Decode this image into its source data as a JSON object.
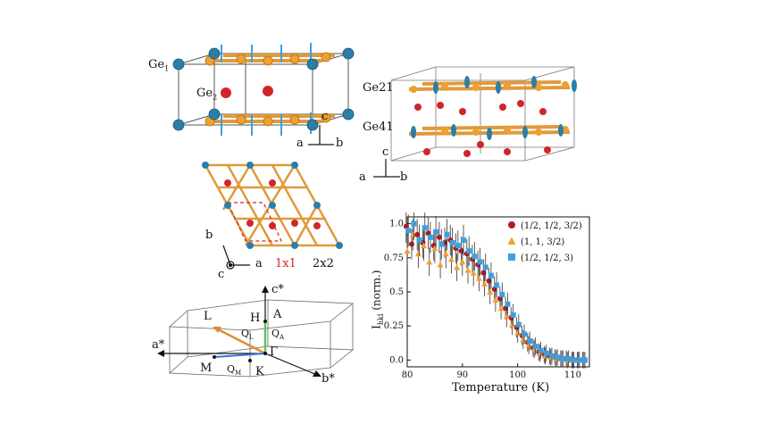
{
  "panel_a": {
    "labels": {
      "ge1": "Ge",
      "ge1_sub": "1",
      "ge2": "Ge",
      "ge2_sub": "2"
    },
    "axes": {
      "c": "c",
      "a": "a",
      "b": "b"
    }
  },
  "panel_b": {
    "labels": {
      "ge21": "Ge21",
      "ge41": "Ge41"
    },
    "axes": {
      "c": "c",
      "a": "a",
      "b": "b"
    }
  },
  "panel_c": {
    "axes": {
      "b": "b",
      "a": "a",
      "c": "c"
    },
    "cells": {
      "c1x1": "1x1",
      "c2x2": "2x2"
    },
    "colors": {
      "c1x1": "#d0262b",
      "c2x2": "#111111"
    }
  },
  "panel_d": {
    "axes": {
      "c_star": "c*",
      "a_star": "a*",
      "b_star": "b*"
    },
    "points": {
      "L": "L",
      "H": "H",
      "A": "A",
      "QL": "Q",
      "QL_sub": "L",
      "QA": "Q",
      "QA_sub": "A",
      "Gamma": "Γ",
      "M": "M",
      "QM": "Q",
      "QM_sub": "M",
      "K": "K"
    }
  },
  "chart_data": {
    "type": "scatter",
    "xlabel": "Temperature (K)",
    "ylabel": "I",
    "ylabel_sub": "hkl",
    "ylabel_rest": " (norm.)",
    "xlim": [
      80,
      113
    ],
    "ylim": [
      -0.05,
      1.05
    ],
    "xticks": [
      "80",
      "90",
      "100",
      "110"
    ],
    "yticks": [
      "0.0",
      "0.25",
      "0.5",
      "0.75",
      "1.0"
    ],
    "legend_position": "top-right",
    "series": [
      {
        "name": "(1/2, 1/2, 3/2)",
        "marker": "circle",
        "color": "#b01c23",
        "x": [
          80,
          81,
          82,
          83,
          84,
          85,
          86,
          87,
          88,
          89,
          90,
          91,
          92,
          93,
          94,
          95,
          96,
          97,
          98,
          99,
          100,
          101,
          102,
          103,
          104,
          105,
          106,
          107,
          108,
          109,
          110,
          111,
          112
        ],
        "y": [
          0.98,
          0.85,
          0.92,
          0.86,
          0.93,
          0.84,
          0.9,
          0.86,
          0.88,
          0.82,
          0.8,
          0.78,
          0.74,
          0.7,
          0.64,
          0.58,
          0.52,
          0.45,
          0.38,
          0.31,
          0.24,
          0.18,
          0.13,
          0.09,
          0.06,
          0.04,
          0.03,
          0.02,
          0.01,
          0.01,
          0.0,
          0.0,
          0.0
        ]
      },
      {
        "name": "(1, 1, 3/2)",
        "marker": "triangle",
        "color": "#f0a030",
        "x": [
          80,
          81,
          82,
          83,
          84,
          85,
          86,
          87,
          88,
          89,
          90,
          91,
          92,
          93,
          94,
          95,
          96,
          97,
          98,
          99,
          100,
          101,
          102,
          103,
          104,
          105,
          106,
          107,
          108,
          109,
          110,
          111,
          112
        ],
        "y": [
          0.8,
          0.92,
          0.78,
          0.84,
          0.72,
          0.82,
          0.7,
          0.78,
          0.74,
          0.68,
          0.72,
          0.66,
          0.64,
          0.6,
          0.56,
          0.5,
          0.44,
          0.38,
          0.32,
          0.26,
          0.2,
          0.15,
          0.11,
          0.08,
          0.05,
          0.03,
          0.02,
          0.01,
          0.01,
          0.0,
          0.0,
          0.0,
          0.0
        ]
      },
      {
        "name": "(1/2, 1/2, 3)",
        "marker": "square",
        "color": "#3d9fe0",
        "x": [
          80,
          81,
          82,
          83,
          84,
          85,
          86,
          87,
          88,
          89,
          90,
          91,
          92,
          93,
          94,
          95,
          96,
          97,
          98,
          99,
          100,
          101,
          102,
          103,
          104,
          105,
          106,
          107,
          108,
          109,
          110,
          111,
          112
        ],
        "y": [
          0.95,
          1.0,
          0.88,
          0.97,
          0.9,
          0.94,
          0.85,
          0.92,
          0.86,
          0.84,
          0.88,
          0.8,
          0.76,
          0.72,
          0.68,
          0.62,
          0.55,
          0.48,
          0.41,
          0.33,
          0.26,
          0.19,
          0.14,
          0.1,
          0.07,
          0.05,
          0.03,
          0.02,
          0.01,
          0.01,
          0.0,
          0.0,
          0.0
        ]
      }
    ]
  }
}
